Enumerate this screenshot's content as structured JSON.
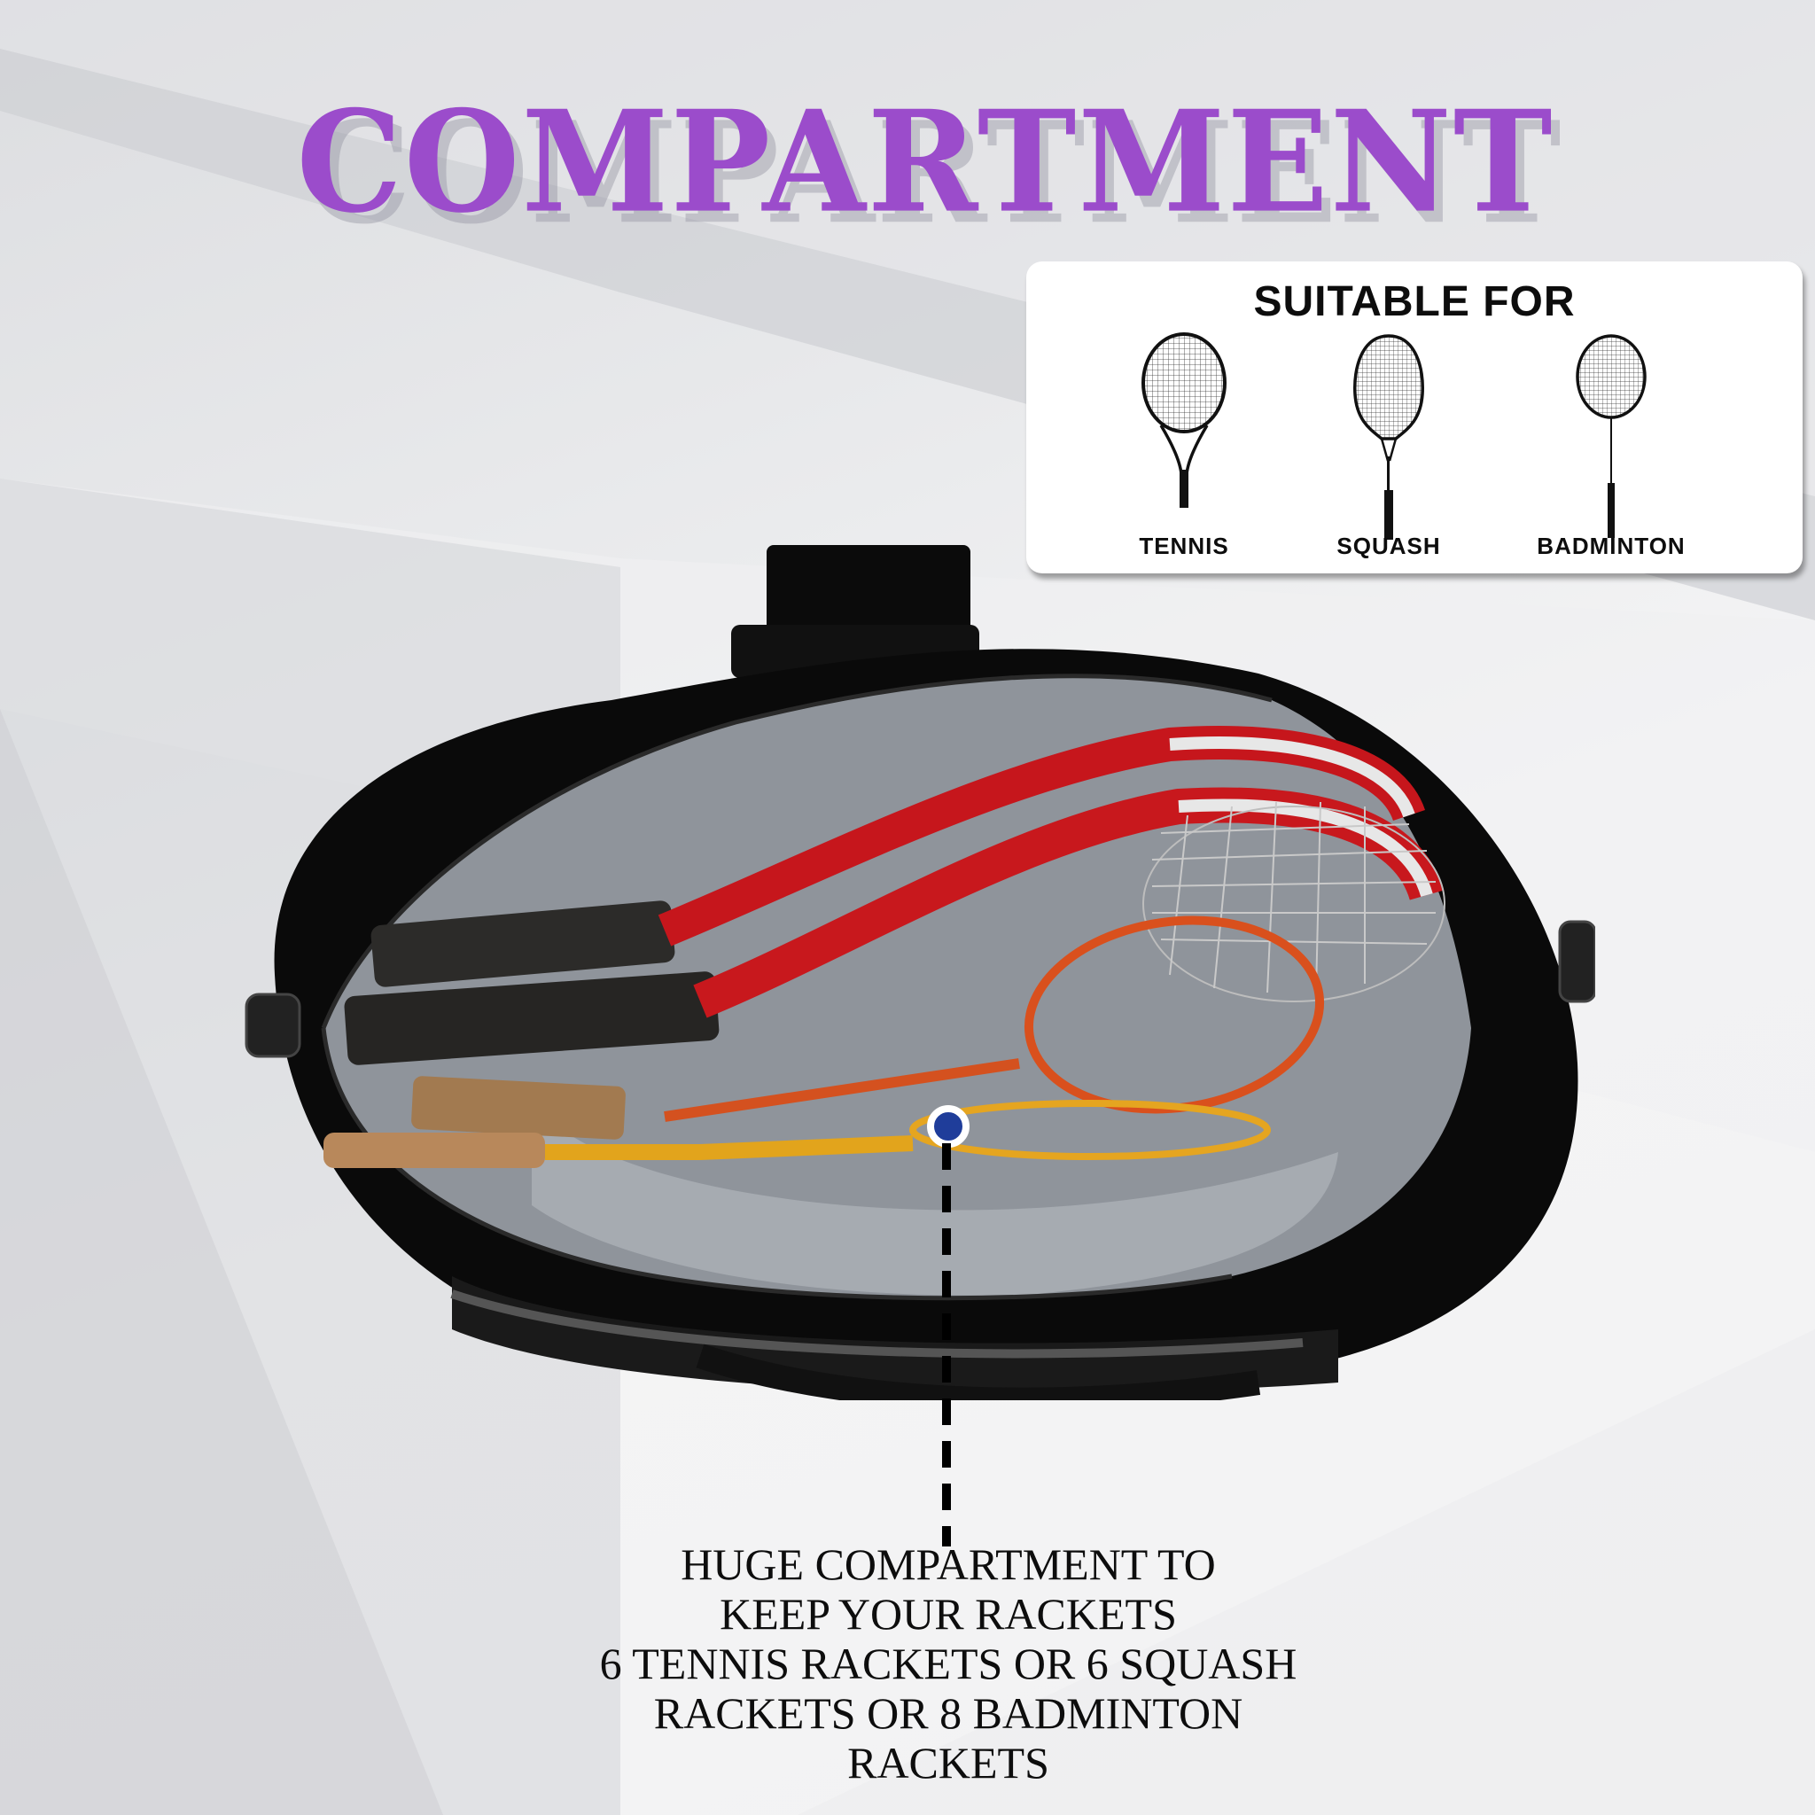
{
  "title": "COMPARTMENT",
  "colors": {
    "title": "#9b4ccb",
    "callout_dot": "#1f3d9a",
    "card_bg": "#ffffff",
    "text": "#0d0d0d"
  },
  "suitable_card": {
    "heading": "SUITABLE FOR",
    "sports": [
      {
        "label": "TENNIS",
        "icon": "tennis-racket-icon"
      },
      {
        "label": "SQUASH",
        "icon": "squash-racket-icon"
      },
      {
        "label": "BADMINTON",
        "icon": "badminton-racket-icon"
      }
    ]
  },
  "product_image": {
    "alt": "Open black racket bag with tennis, squash and badminton rackets inside"
  },
  "callout": {
    "lines": [
      "HUGE COMPARTMENT TO",
      "KEEP YOUR RACKETS",
      "6 TENNIS RACKETS OR 6 SQUASH",
      "RACKETS OR 8 BADMINTON",
      "RACKETS"
    ]
  }
}
